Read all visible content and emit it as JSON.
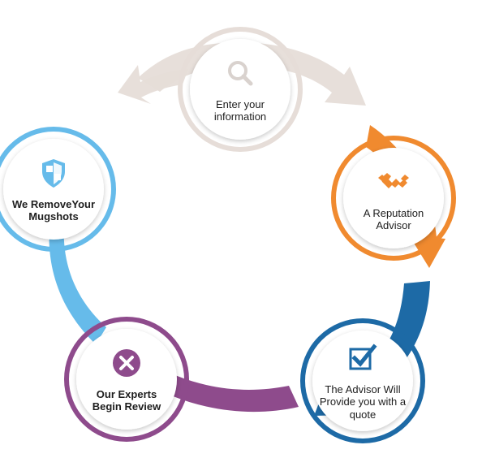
{
  "diagram": {
    "colors": {
      "top": "#e6ddd8",
      "orange": "#f08a2f",
      "blue": "#1d6aa6",
      "purple": "#8e4b8c",
      "light_blue": "#66bbea"
    },
    "steps": [
      {
        "label": "Enter your information",
        "icon": "search-icon",
        "bold": false
      },
      {
        "label": "A Reputation Advisor",
        "icon": "handshake-icon",
        "bold": false
      },
      {
        "label": "The Advisor Will Provide you with a quote",
        "icon": "checkbox-icon",
        "bold": false
      },
      {
        "label": "Our Experts Begin Review",
        "icon": "close-icon",
        "bold": true
      },
      {
        "label": "We RemoveYour Mugshots",
        "icon": "shield-icon",
        "bold": true
      }
    ]
  }
}
